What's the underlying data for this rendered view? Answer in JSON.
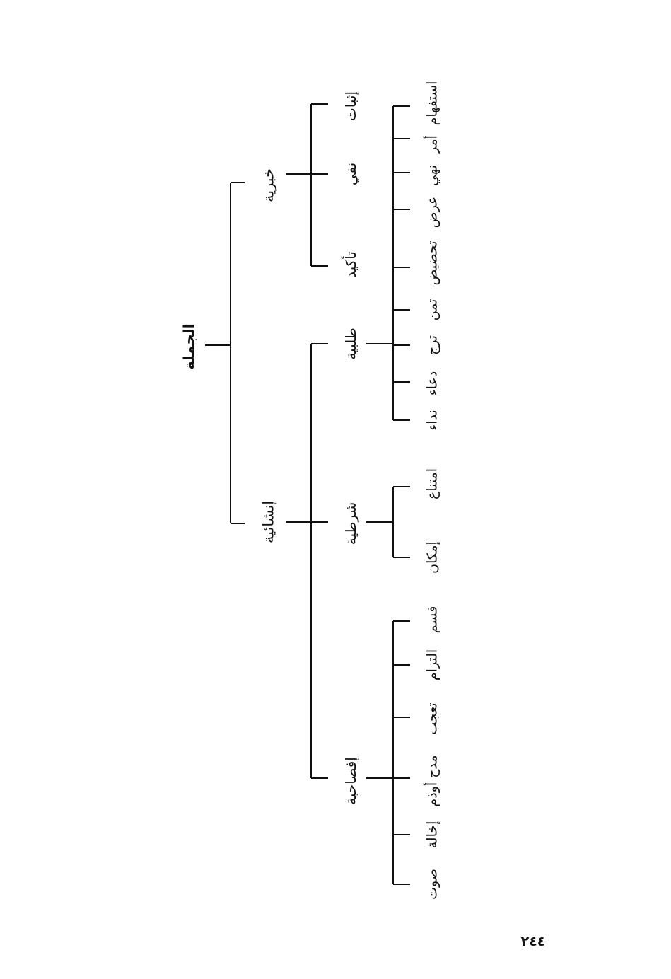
{
  "tree": {
    "root": "الجملة",
    "khabariyya": {
      "label": "خبرية",
      "children": [
        "إثبات",
        "نفي",
        "تأكيد"
      ]
    },
    "inshaiyya": {
      "label": "إنشائية"
    },
    "talabiyya": {
      "label": "طلبية",
      "children": [
        "استفهام",
        "أمر",
        "نهي",
        "عرض",
        "تحضيض",
        "تمن",
        "ترج",
        "دعاء",
        "نداء"
      ]
    },
    "shartiyya": {
      "label": "شرطية",
      "children": [
        "امتناع",
        "إمكان"
      ]
    },
    "ifsahiyya": {
      "label": "إفصاحية",
      "children": [
        "قسم",
        "التزام",
        "تعجب",
        "مدح أوذم",
        "إخالة",
        "صوت"
      ]
    }
  },
  "page_number": "٢٤٤"
}
